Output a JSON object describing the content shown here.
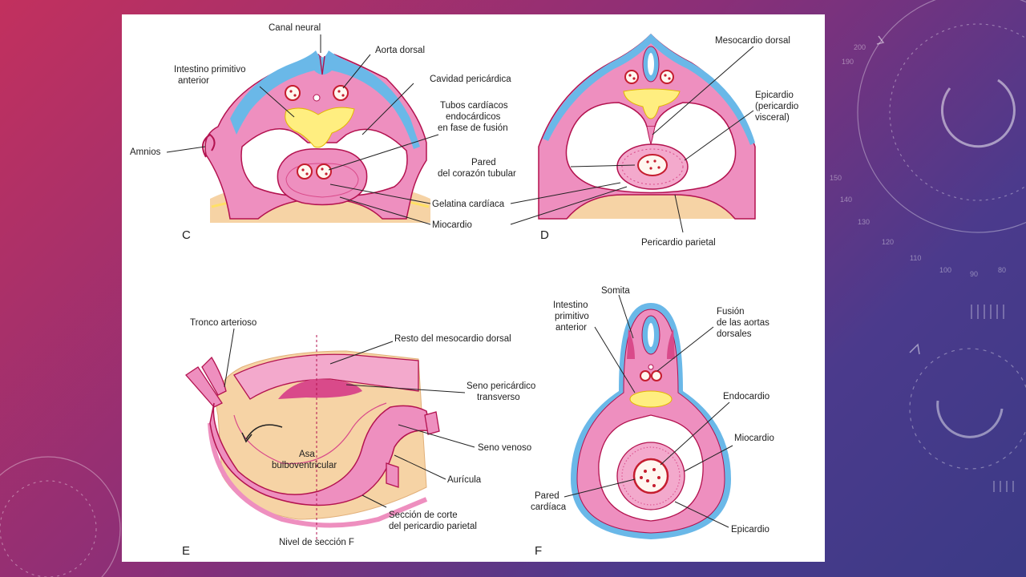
{
  "slide": {
    "background_colors": [
      "#c2305e",
      "#8a2f78",
      "#3b3a86"
    ],
    "ring_numbers": [
      "200",
      "190",
      "150",
      "140",
      "130",
      "120",
      "110",
      "100",
      "90",
      "80"
    ]
  },
  "figure": {
    "colors": {
      "tissue": "#ee8fbf",
      "tissue_dark": "#d94a8a",
      "ectoderm": "#6ab8e8",
      "endoderm": "#ffee80",
      "mesoderm": "#f6d3a5",
      "outline": "#b3124f",
      "blood": "#c51d2e"
    },
    "panels": {
      "c": {
        "letter": "C",
        "labels": {
          "canal_neural": "Canal neural",
          "aorta_dorsal": "Aorta dorsal",
          "intestino_1": "Intestino primitivo",
          "intestino_2": "anterior",
          "cavidad": "Cavidad pericárdica",
          "tubos_1": "Tubos cardíacos",
          "tubos_2": "endocárdicos",
          "tubos_3": "en fase de fusión",
          "amnios": "Amnios",
          "gelatina": "Gelatina cardíaca",
          "miocardio": "Miocardio"
        }
      },
      "d": {
        "letter": "D",
        "labels": {
          "mesocardio": "Mesocardio dorsal",
          "epicardio_1": "Epicardio",
          "epicardio_2": "(pericardio",
          "epicardio_3": "visceral)",
          "pared_1": "Pared",
          "pared_2": "del corazón tubular",
          "pericardio": "Pericardio parietal"
        }
      },
      "e": {
        "letter": "E",
        "labels": {
          "tronco": "Tronco arterioso",
          "resto": "Resto del mesocardio dorsal",
          "seno_peri_1": "Seno pericárdico",
          "seno_peri_2": "transverso",
          "seno_venoso": "Seno venoso",
          "asa_1": "Asa",
          "asa_2": "bulboventricular",
          "auricula": "Aurícula",
          "seccion_1": "Sección de corte",
          "seccion_2": "del pericardio parietal",
          "nivel": "Nivel de sección F"
        }
      },
      "f": {
        "letter": "F",
        "labels": {
          "somita": "Somita",
          "intestino_1": "Intestino",
          "intestino_2": "primitivo",
          "intestino_3": "anterior",
          "fusion_1": "Fusión",
          "fusion_2": "de las aortas",
          "fusion_3": "dorsales",
          "endocardio": "Endocardio",
          "miocardio": "Miocardio",
          "pared_1": "Pared",
          "pared_2": "cardíaca",
          "epicardio": "Epicardio"
        }
      }
    }
  }
}
